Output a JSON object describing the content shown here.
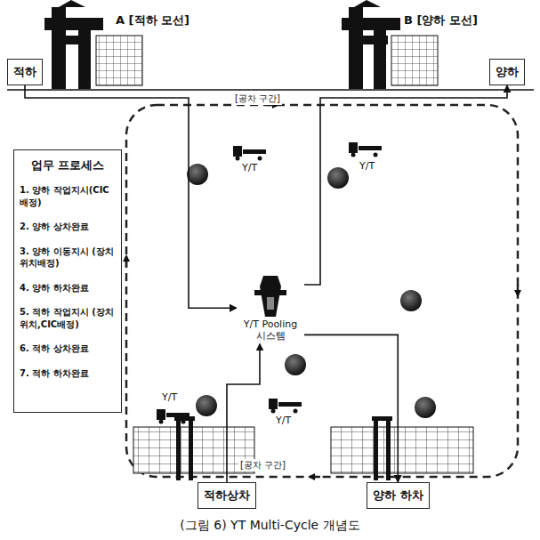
{
  "diagram": {
    "caption": "(그림 6) YT Multi-Cycle 개념도",
    "nodes": [
      {
        "text": [
          "업무 프로세스",
          "1. 양하 작업지시(CIC배정)",
          "2. 양하 상차완료",
          "3. 양하 이동지시 (장치위치배정)",
          "4. 양하 하차완료",
          "5. 적하 작업지시 (장치위치,CIC배정)",
          "6. 적하 상차완료",
          "7. 적하 하차완료"
        ]
      },
      {
        "text": [
          "적하"
        ]
      },
      {
        "text": [
          "양하"
        ]
      },
      {
        "text": [
          "Y/T Pooling 시스템"
        ]
      },
      {
        "text": [
          "적하상차"
        ]
      },
      {
        "text": [
          "양하 하차"
        ]
      }
    ],
    "edges": [
      {
        "from": 1,
        "to": 3,
        "arrow": "to"
      },
      {
        "from": 3,
        "to": 2,
        "arrow": "to"
      },
      {
        "from": 4,
        "to": 3,
        "arrow": "to"
      },
      {
        "from": 3,
        "to": 5,
        "arrow": "to"
      }
    ],
    "labels": [
      "A [적하 모선]",
      "B [양하 모선]",
      "[공차 구간]",
      "Y/T",
      "Y/T",
      "Y/T",
      "Y/T",
      "[공차 구간]"
    ]
  }
}
